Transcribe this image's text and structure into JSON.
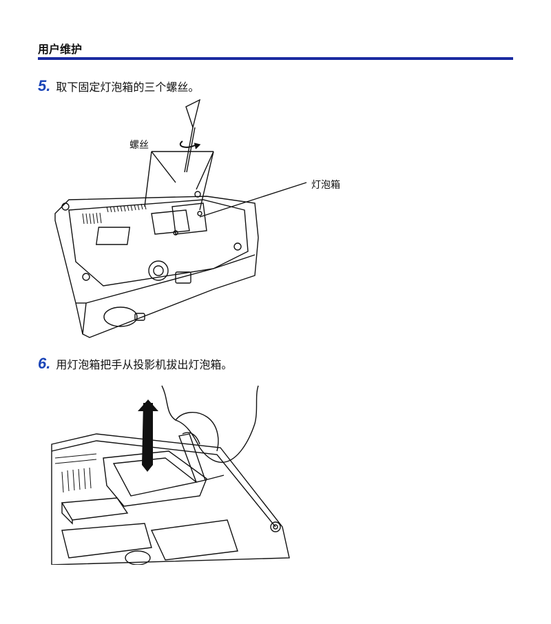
{
  "header": {
    "section_title": "用户维护"
  },
  "steps": [
    {
      "number": "5.",
      "text": "取下固定灯泡箱的三个螺丝。"
    },
    {
      "number": "6.",
      "text": "用灯泡箱把手从投影机拔出灯泡箱。"
    }
  ],
  "figure1": {
    "label_screw": "螺丝",
    "label_lamp_box": "灯泡箱"
  },
  "colors": {
    "accent_rule": "#1a2aa0",
    "step_number": "#1c46b8"
  }
}
